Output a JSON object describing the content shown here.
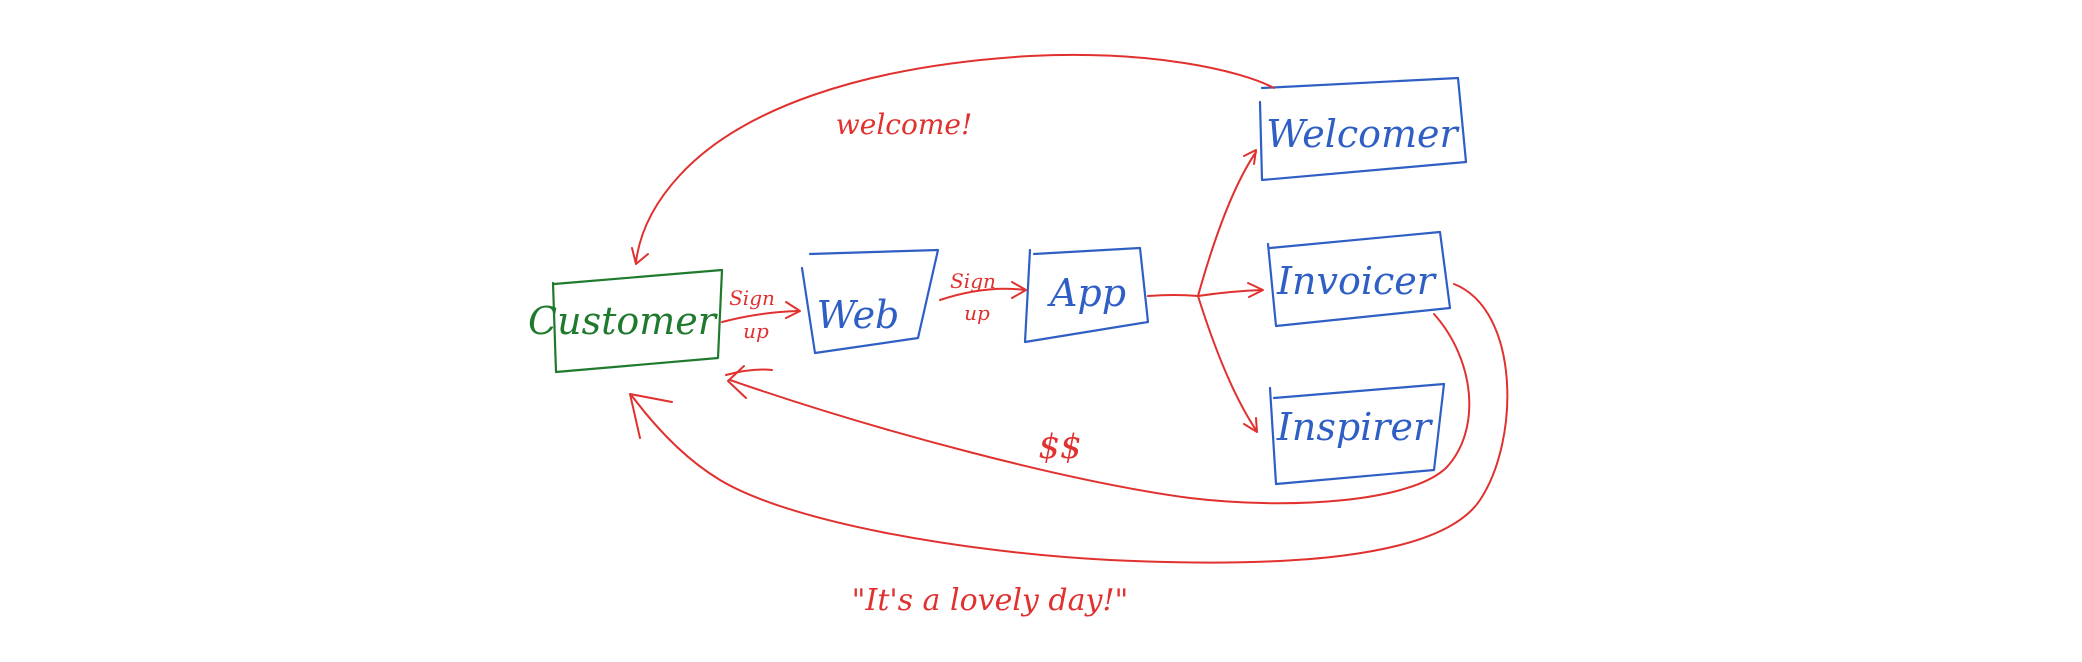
{
  "colors": {
    "node_blue": "#2f5fc4",
    "node_green": "#1f7a2e",
    "arrow_red": "#e0312f",
    "background": "#ffffff"
  },
  "nodes": {
    "customer": "Customer",
    "web": "Web",
    "app": "App",
    "welcomer": "Welcomer",
    "invoicer": "Invoicer",
    "inspirer": "Inspirer"
  },
  "edges": {
    "customer_to_web_top": "Sign",
    "customer_to_web_bottom": "up",
    "web_to_app_top": "Sign",
    "web_to_app_bottom": "up",
    "welcome": "welcome!",
    "money": "$$",
    "lovely_day": "\"It's a lovely day!\""
  }
}
